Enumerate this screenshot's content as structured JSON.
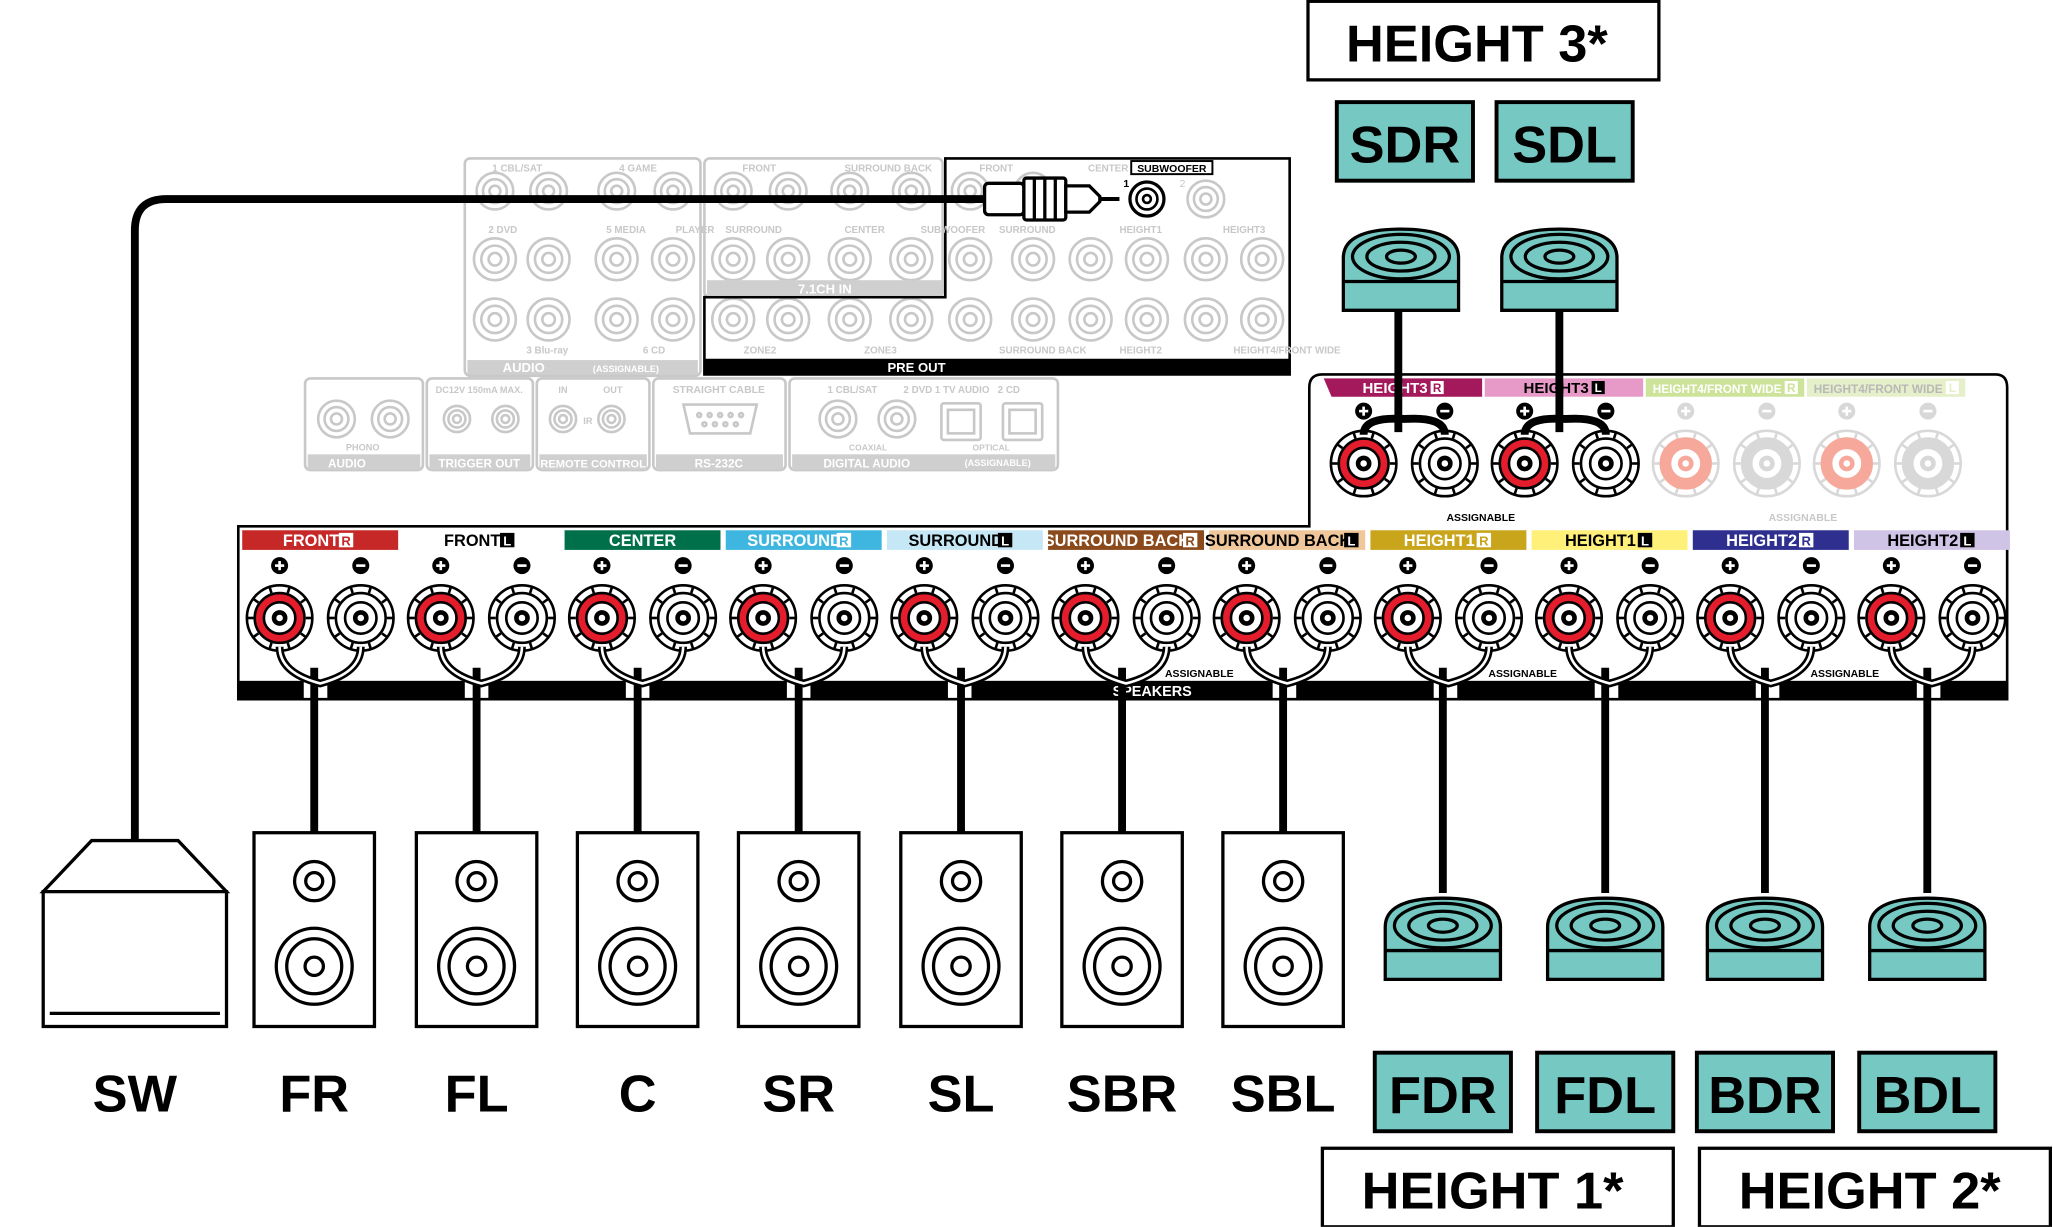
{
  "height_groups": {
    "height3": "HEIGHT 3*",
    "height1": "HEIGHT 1*",
    "height2": "HEIGHT 2*"
  },
  "top_speakers": [
    {
      "code": "SDR"
    },
    {
      "code": "SDL"
    }
  ],
  "bottom_height_speakers": [
    {
      "code": "FDR"
    },
    {
      "code": "FDL"
    },
    {
      "code": "BDR"
    },
    {
      "code": "BDL"
    }
  ],
  "floor_speakers": [
    {
      "code": "SW"
    },
    {
      "code": "FR"
    },
    {
      "code": "FL"
    },
    {
      "code": "C"
    },
    {
      "code": "SR"
    },
    {
      "code": "SL"
    },
    {
      "code": "SBR"
    },
    {
      "code": "SBL"
    }
  ],
  "terminal_groups": [
    {
      "label": "FRONT",
      "side": "R",
      "color": "#c62828",
      "text_color": "#ffffff",
      "style": "filled"
    },
    {
      "label": "FRONT",
      "side": "L",
      "color": "#ffffff",
      "text_color": "#000000",
      "style": "outline"
    },
    {
      "label": "CENTER",
      "color": "#00704a",
      "text_color": "#ffffff",
      "style": "filled"
    },
    {
      "label": "SURROUND",
      "side": "R",
      "color": "#3fb6e0",
      "text_color": "#ffffff",
      "style": "filled"
    },
    {
      "label": "SURROUND",
      "side": "L",
      "color": "#c6e8f6",
      "text_color": "#000000",
      "style": "filled"
    },
    {
      "label": "SURROUND BACK",
      "side": "R",
      "color": "#8b4a1c",
      "text_color": "#ffffff",
      "style": "filled"
    },
    {
      "label": "SURROUND BACK",
      "side": "L",
      "color": "#efc79a",
      "text_color": "#000000",
      "style": "filled"
    },
    {
      "label": "HEIGHT1",
      "side": "R",
      "color": "#c9a51b",
      "text_color": "#ffffff",
      "style": "filled"
    },
    {
      "label": "HEIGHT1",
      "side": "L",
      "color": "#fff07a",
      "text_color": "#000000",
      "style": "filled"
    },
    {
      "label": "HEIGHT2",
      "side": "R",
      "color": "#2e2f8f",
      "text_color": "#ffffff",
      "style": "filled"
    },
    {
      "label": "HEIGHT2",
      "side": "L",
      "color": "#cfc3e6",
      "text_color": "#000000",
      "style": "filled"
    }
  ],
  "upper_terminal_groups": [
    {
      "label": "HEIGHT3",
      "side": "R",
      "color": "#a3195b",
      "text_color": "#ffffff"
    },
    {
      "label": "HEIGHT3",
      "side": "L",
      "color": "#e79ac7",
      "text_color": "#000000"
    },
    {
      "label": "HEIGHT4/FRONT WIDE",
      "side": "R",
      "color": "#cde39a",
      "text_color": "#ffffff"
    },
    {
      "label": "HEIGHT4/FRONT WIDE",
      "side": "L",
      "color": "#e5efc9",
      "text_color": "#b8b8b8"
    }
  ],
  "panel_labels": {
    "speakers": "SPEAKERS",
    "assignable": "ASSIGNABLE",
    "pre_out": "PRE OUT",
    "seven_one_ch_in": "7.1CH IN",
    "subwoofer": "SUBWOOFER",
    "audio_in": "AUDIO",
    "audio_in_note": "(ASSIGNABLE)",
    "phono": "PHONO",
    "phono_audio": "AUDIO",
    "trigger_out": "TRIGGER OUT",
    "trigger_spec": "DC12V 150mA MAX.",
    "remote_control": "REMOTE CONTROL",
    "ir": "IR",
    "remote_in": "IN",
    "remote_out": "OUT",
    "straight_cable": "STRAIGHT CABLE",
    "rs232c": "RS-232C",
    "digital_audio": "DIGITAL AUDIO",
    "digital_note": "(ASSIGNABLE)",
    "coaxial": "COAXIAL",
    "optical": "OPTICAL",
    "in": "IN"
  },
  "panel_small_labels": [
    "1 CBL/SAT",
    "4 GAME",
    "2 DVD",
    "5 MEDIA",
    "PLAYER",
    "3 Blu-ray",
    "6 CD",
    "FRONT",
    "SURROUND BACK",
    "SURROUND",
    "CENTER",
    "SUBWOOFER",
    "FRONT",
    "CENTER",
    "SURROUND",
    "HEIGHT1",
    "HEIGHT3",
    "ZONE2",
    "ZONE3",
    "SURROUND BACK",
    "HEIGHT2",
    "HEIGHT4/FRONT WIDE",
    "1 CBL/SAT",
    "2 DVD",
    "1 TV AUDIO",
    "2 CD",
    "1",
    "2"
  ],
  "colors": {
    "teal": "#76c9c2",
    "red_terminal": "#e31d2b",
    "faded": "#c8c8c8",
    "cable": "#000000"
  }
}
